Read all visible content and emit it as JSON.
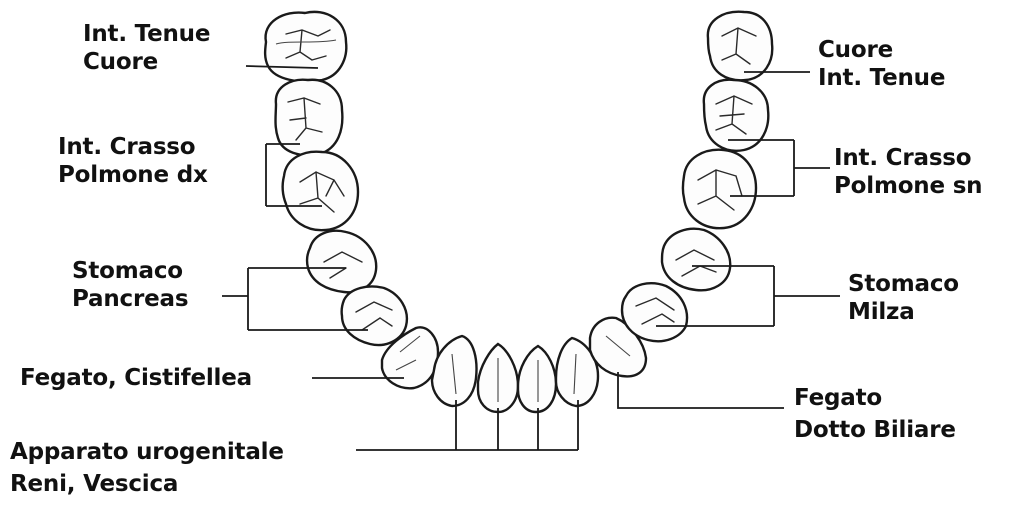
{
  "right_side": {
    "labels": [
      {
        "lines": [
          "Int. Tenue",
          "Cuore"
        ]
      },
      {
        "lines": [
          "Int. Crasso",
          "Polmone dx"
        ]
      },
      {
        "lines": [
          "Stomaco",
          "Pancreas"
        ]
      },
      {
        "lines": [
          "Fegato, Cistifellea"
        ]
      },
      {
        "lines": [
          "Apparato urogenitale",
          "Reni, Vescica"
        ]
      }
    ]
  },
  "left_side": {
    "labels": [
      {
        "lines": [
          "Cuore",
          "Int. Tenue"
        ]
      },
      {
        "lines": [
          "Int. Crasso",
          "Polmone sn"
        ]
      },
      {
        "lines": [
          "Stomaco",
          "Milza"
        ]
      },
      {
        "lines": [
          "Fegato",
          "Dotto Biliare"
        ]
      }
    ]
  },
  "colors": {
    "outline": "#1a1a1a",
    "text": "#111111",
    "background": "#ffffff"
  }
}
